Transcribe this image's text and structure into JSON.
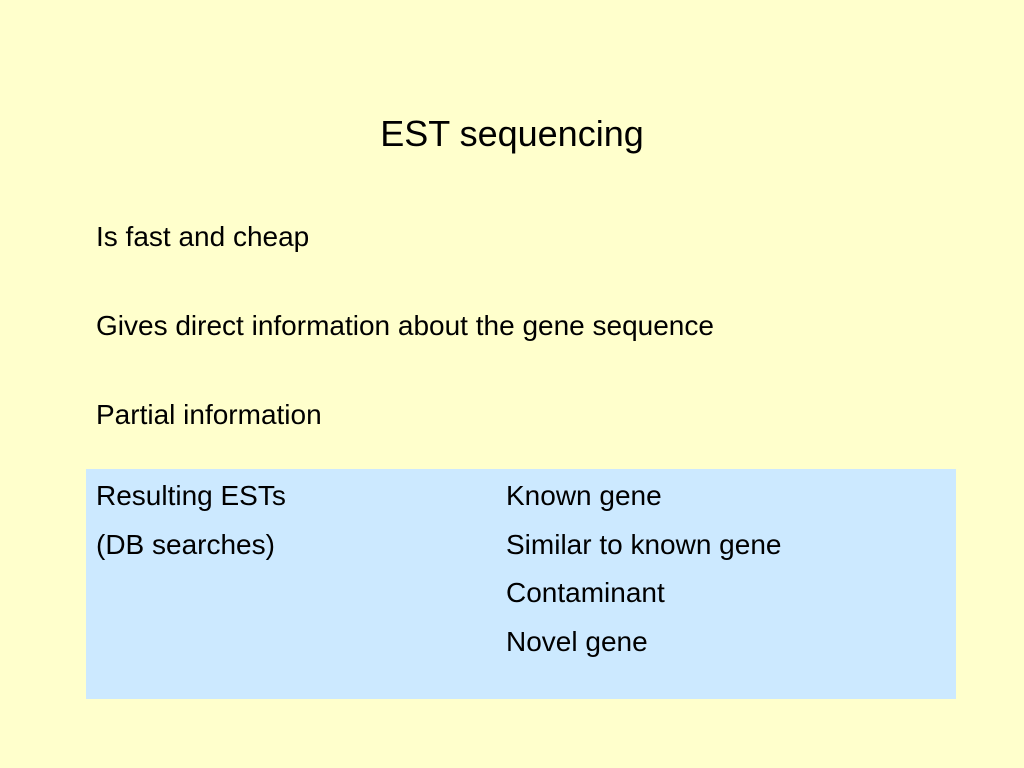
{
  "slide": {
    "title": "EST sequencing",
    "bullets": [
      "Is fast and cheap",
      "Gives direct information about the gene sequence",
      "Partial information"
    ],
    "results": {
      "left": [
        "Resulting ESTs",
        "(DB searches)"
      ],
      "right": [
        "Known gene",
        "Similar to known gene",
        "Contaminant",
        "Novel gene"
      ]
    },
    "colors": {
      "background": "#ffffcc",
      "results_box": "#cce9ff",
      "text": "#000000"
    }
  }
}
